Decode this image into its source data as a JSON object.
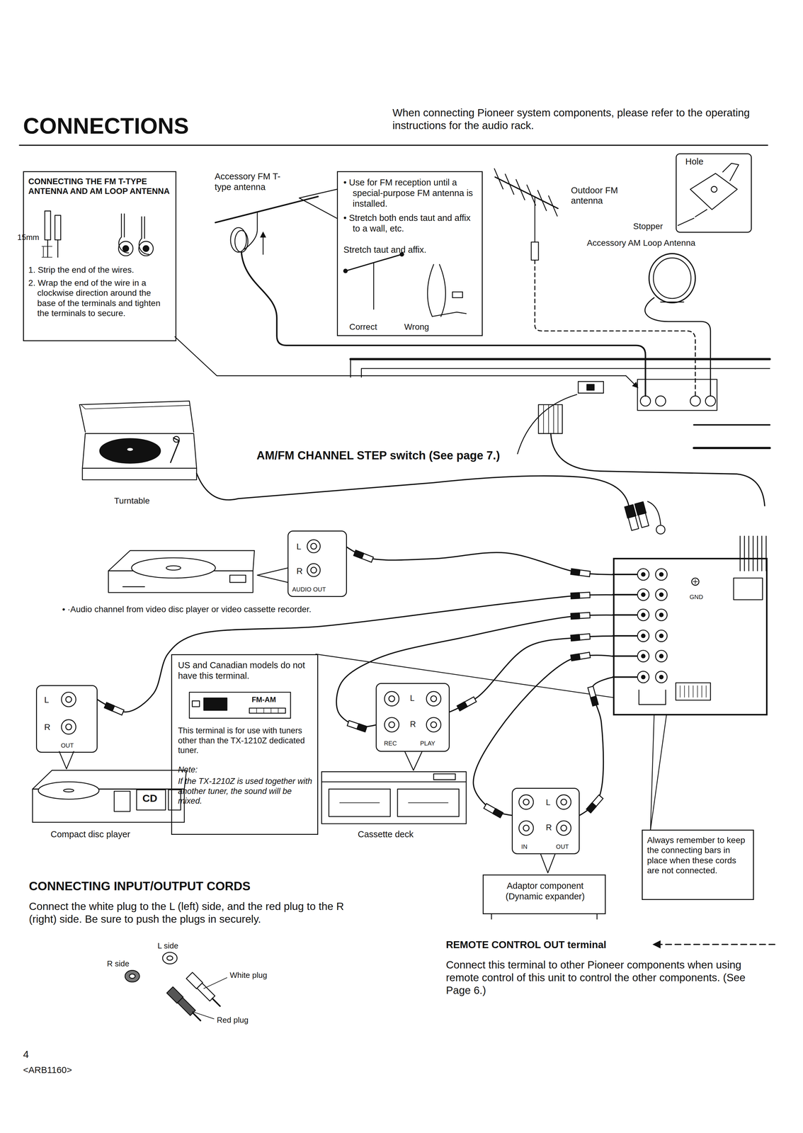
{
  "diagram": {
    "title": "CONNECTIONS",
    "nodes": [
      {
        "text": [
          "CONNECTING THE FM T-TYPE ANTENNA AND AM LOOP ANTENNA",
          "1. Strip the end of the wires.",
          "2. Wrap the end of the wire in a clockwise direction around the base of the terminals and tighten the terminals to secure."
        ]
      },
      {
        "text": [
          "• Use for FM reception until a special-purpose FM antenna is installed.",
          "• Stretch both ends taut and affix to a wall, etc.",
          "Stretch taut and affix.",
          "Correct",
          "Wrong"
        ]
      },
      {
        "text": [
          "Hole"
        ]
      },
      {
        "text": [
          "L",
          "R",
          "AUDIO OUT"
        ]
      },
      {
        "text": [
          "GND"
        ]
      },
      {
        "text": [
          "L",
          "R",
          "OUT"
        ]
      },
      {
        "text": [
          "US and Canadian models do not have this terminal.",
          "FM-AM",
          "This terminal is for use with tuners other than the TX-1210Z dedicated tuner.",
          "Note:",
          "If the TX-1210Z is used together with another tuner, the sound will be mixed."
        ]
      },
      {
        "text": [
          "L",
          "R",
          "REC",
          "PLAY"
        ]
      },
      {
        "text": [
          "L",
          "R",
          "IN",
          "OUT"
        ]
      },
      {
        "text": [
          "Always remember to keep the connecting bars in place when these cords are not connected."
        ]
      },
      {
        "text": [
          "Adaptor component (Dynamic expander)"
        ]
      }
    ],
    "edges": [
      {
        "from": 3,
        "to": 4,
        "arrow": "none"
      },
      {
        "from": 5,
        "to": 4,
        "arrow": "none"
      },
      {
        "from": 6,
        "to": 4,
        "arrow": "none"
      },
      {
        "from": 7,
        "to": 4,
        "arrow": "none"
      },
      {
        "from": 7,
        "to": 4,
        "arrow": "none"
      },
      {
        "from": 8,
        "to": 4,
        "arrow": "none"
      },
      {
        "from": 8,
        "to": 4,
        "arrow": "none"
      },
      {
        "from": 9,
        "to": 4,
        "arrow": "none"
      },
      {
        "from": 9,
        "to": 4,
        "arrow": "none"
      }
    ],
    "labels": [
      "When connecting Pioneer system components, please refer to the operating instructions for the audio rack.",
      "15mm",
      "Accessory FM T-type antenna",
      "Outdoor FM antenna",
      "Stopper",
      "Accessory AM Loop Antenna",
      "AM/FM CHANNEL STEP switch (See page 7.)",
      "Turntable",
      "• ·Audio channel from video disc player or video cassette recorder.",
      "CD",
      "Compact disc player",
      "Cassette deck",
      "CONNECTING INPUT/OUTPUT CORDS",
      "Connect the white plug to the L (left) side, and the red plug to the R (right) side. Be sure to push the plugs in securely.",
      "L side",
      "R side",
      "White plug",
      "Red plug",
      "REMOTE CONTROL OUT terminal",
      "Connect this terminal to other Pioneer components when using remote control of this unit to control the other components. (See Page 6.)",
      "4",
      "<ARB1160>"
    ]
  }
}
